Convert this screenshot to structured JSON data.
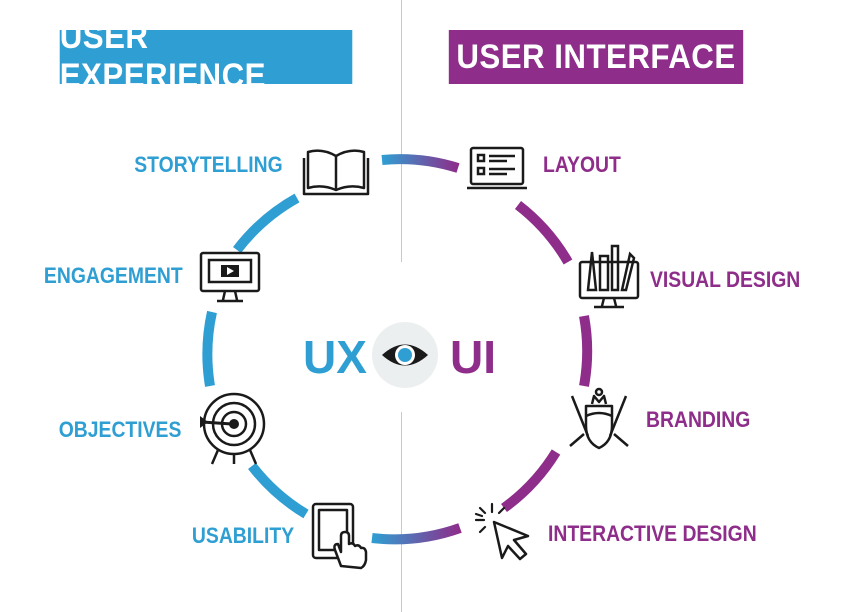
{
  "headers": {
    "ux": "USER EXPERIENCE",
    "ui": "USER INTERFACE"
  },
  "center": {
    "ux": "UX",
    "ui": "UI",
    "icon": "eye-icon"
  },
  "ux_items": [
    {
      "label": "STORYTELLING",
      "icon": "open-book-icon"
    },
    {
      "label": "ENGAGEMENT",
      "icon": "monitor-video-icon"
    },
    {
      "label": "OBJECTIVES",
      "icon": "target-arrow-icon"
    },
    {
      "label": "USABILITY",
      "icon": "tablet-touch-icon"
    }
  ],
  "ui_items": [
    {
      "label": "LAYOUT",
      "icon": "layout-screen-icon"
    },
    {
      "label": "VISUAL DESIGN",
      "icon": "design-tools-monitor-icon"
    },
    {
      "label": "BRANDING",
      "icon": "crest-shield-icon"
    },
    {
      "label": "INTERACTIVE DESIGN",
      "icon": "cursor-click-icon"
    }
  ],
  "colors": {
    "ux": "#2f9fd3",
    "ui": "#8e2d8a",
    "icon_stroke": "#1a1a1a"
  }
}
